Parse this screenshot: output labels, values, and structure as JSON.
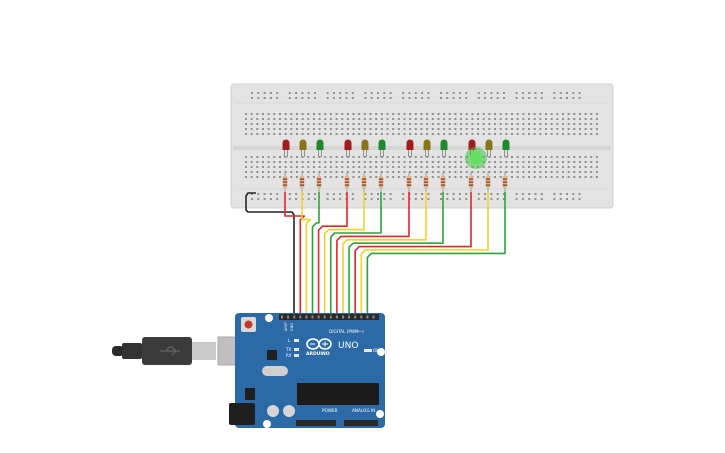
{
  "board": {
    "logo_text": "ARDUINO",
    "model_text": "UNO",
    "digital_label": "DIGITAL (PWM~)",
    "power_label": "POWER",
    "analog_label": "ANALOG IN",
    "aref_label": "AREF",
    "gnd_label": "GND",
    "tx_label": "TX",
    "rx_label": "RX",
    "l_label": "L",
    "on_label": "ON"
  },
  "traffic_lights": [
    {
      "leds": [
        "red",
        "yellow",
        "green"
      ]
    },
    {
      "leds": [
        "red",
        "yellow",
        "green"
      ]
    },
    {
      "leds": [
        "red",
        "yellow",
        "green"
      ]
    },
    {
      "leds": [
        "red",
        "yellow",
        "green"
      ]
    }
  ],
  "colors": {
    "board": "#2b6aa6",
    "breadboard": "#e3e3e3",
    "led_red": "#a41b1b",
    "led_yellow": "#8a7516",
    "led_green": "#1f8a2b",
    "led_lit": "#3cc93c",
    "wire_red": "#e0262b",
    "wire_yellow": "#f2d22b",
    "wire_green": "#2fa33a",
    "wire_black": "#222222"
  }
}
